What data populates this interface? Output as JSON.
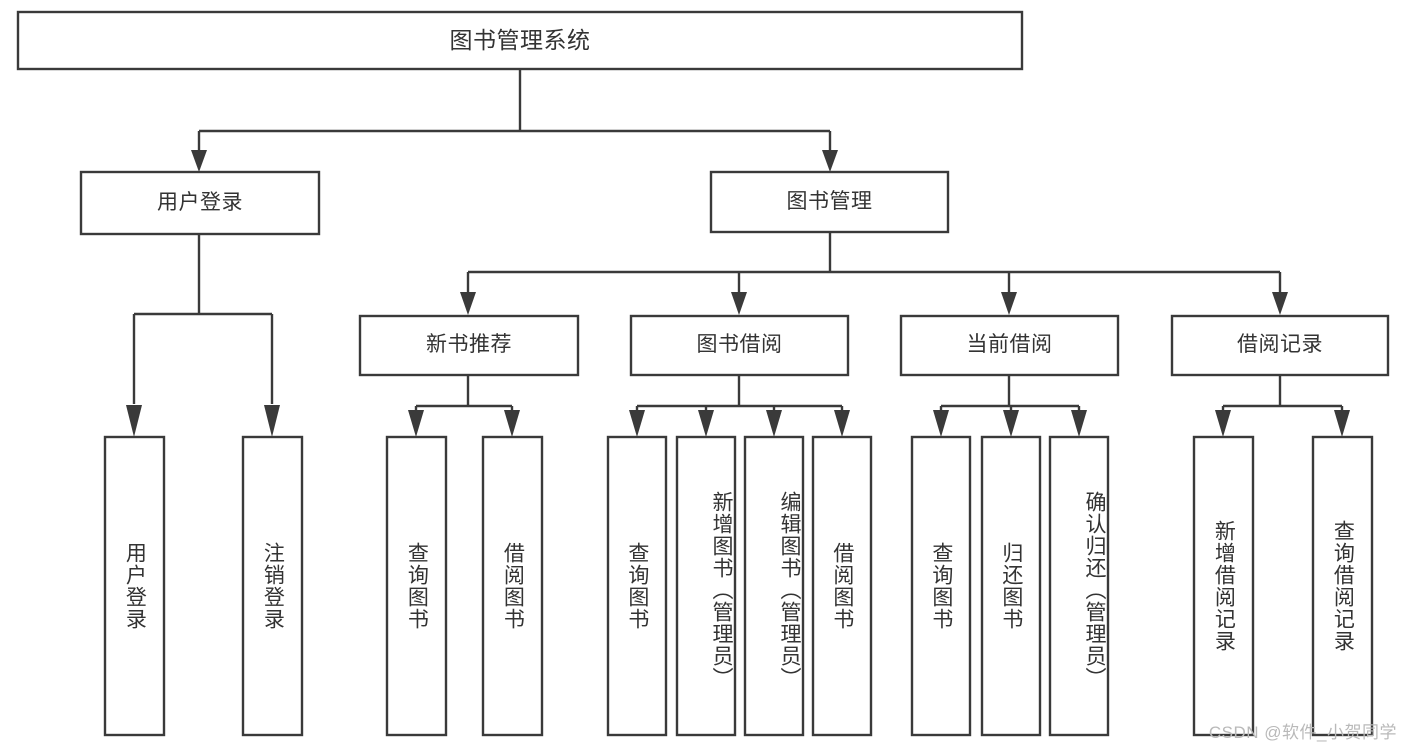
{
  "diagram": {
    "type": "tree-hierarchy-chart",
    "title": "图书管理系统",
    "background_color": "#ffffff",
    "line_color": "#3a3a3a",
    "text_color": "#333333",
    "levels": [
      {
        "level": 1,
        "nodes": [
          {
            "id": "root",
            "label": "图书管理系统",
            "orientation": "horizontal"
          }
        ]
      },
      {
        "level": 2,
        "nodes": [
          {
            "id": "user-login",
            "label": "用户登录",
            "orientation": "horizontal"
          },
          {
            "id": "book-manage",
            "label": "图书管理",
            "orientation": "horizontal"
          }
        ]
      },
      {
        "level": 3,
        "nodes": [
          {
            "id": "new-book-rec",
            "label": "新书推荐",
            "orientation": "horizontal"
          },
          {
            "id": "book-borrow",
            "label": "图书借阅",
            "orientation": "horizontal"
          },
          {
            "id": "current-borrow",
            "label": "当前借阅",
            "orientation": "horizontal"
          },
          {
            "id": "borrow-record",
            "label": "借阅记录",
            "orientation": "horizontal"
          }
        ]
      },
      {
        "level": 4,
        "nodes": [
          {
            "id": "leaf-user-login",
            "label": "用户登录",
            "orientation": "vertical",
            "parent": "user-login"
          },
          {
            "id": "leaf-logout",
            "label": "注销登录",
            "orientation": "vertical",
            "parent": "user-login"
          },
          {
            "id": "leaf-query-book-1",
            "label": "查询图书",
            "orientation": "vertical",
            "parent": "new-book-rec"
          },
          {
            "id": "leaf-borrow-book-1",
            "label": "借阅图书",
            "orientation": "vertical",
            "parent": "new-book-rec"
          },
          {
            "id": "leaf-query-book-2",
            "label": "查询图书",
            "orientation": "vertical",
            "parent": "book-borrow"
          },
          {
            "id": "leaf-add-book",
            "label": "新增图书（管理员）",
            "orientation": "vertical",
            "parent": "book-borrow"
          },
          {
            "id": "leaf-edit-book",
            "label": "编辑图书（管理员）",
            "orientation": "vertical",
            "parent": "book-borrow"
          },
          {
            "id": "leaf-borrow-book-2",
            "label": "借阅图书",
            "orientation": "vertical",
            "parent": "book-borrow"
          },
          {
            "id": "leaf-query-book-3",
            "label": "查询图书",
            "orientation": "vertical",
            "parent": "current-borrow"
          },
          {
            "id": "leaf-return-book",
            "label": "归还图书",
            "orientation": "vertical",
            "parent": "current-borrow"
          },
          {
            "id": "leaf-confirm-return",
            "label": "确认归还（管理员）",
            "orientation": "vertical",
            "parent": "current-borrow"
          },
          {
            "id": "leaf-add-record",
            "label": "新增借阅记录",
            "orientation": "vertical",
            "parent": "borrow-record"
          },
          {
            "id": "leaf-query-record",
            "label": "查询借阅记录",
            "orientation": "vertical",
            "parent": "borrow-record"
          }
        ]
      }
    ]
  },
  "watermark": {
    "text": "CSDN @软件_小贺同学"
  }
}
